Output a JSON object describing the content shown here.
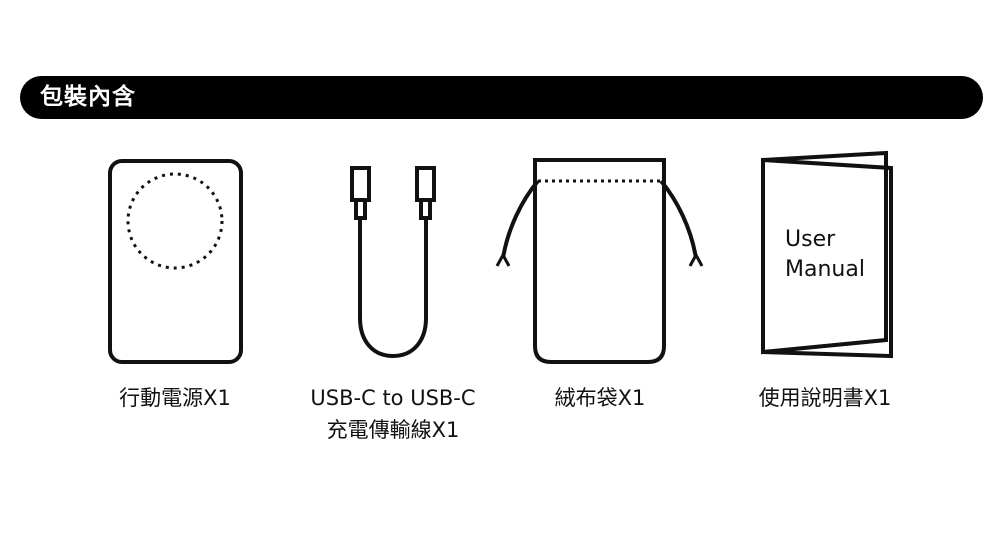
{
  "header": {
    "title": "包裝內含"
  },
  "items": [
    {
      "icon": "power-bank-icon",
      "label": "行動電源X1"
    },
    {
      "icon": "usb-c-cable-icon",
      "label_line1": "USB-C to USB-C",
      "label_line2": "充電傳輸線X1"
    },
    {
      "icon": "drawstring-bag-icon",
      "label": "絨布袋X1"
    },
    {
      "icon": "user-manual-icon",
      "label": "使用說明書X1",
      "manual_line1": "User",
      "manual_line2": "Manual"
    }
  ],
  "colors": {
    "ink": "#111111",
    "header_bg": "#000000",
    "header_text": "#ffffff"
  }
}
